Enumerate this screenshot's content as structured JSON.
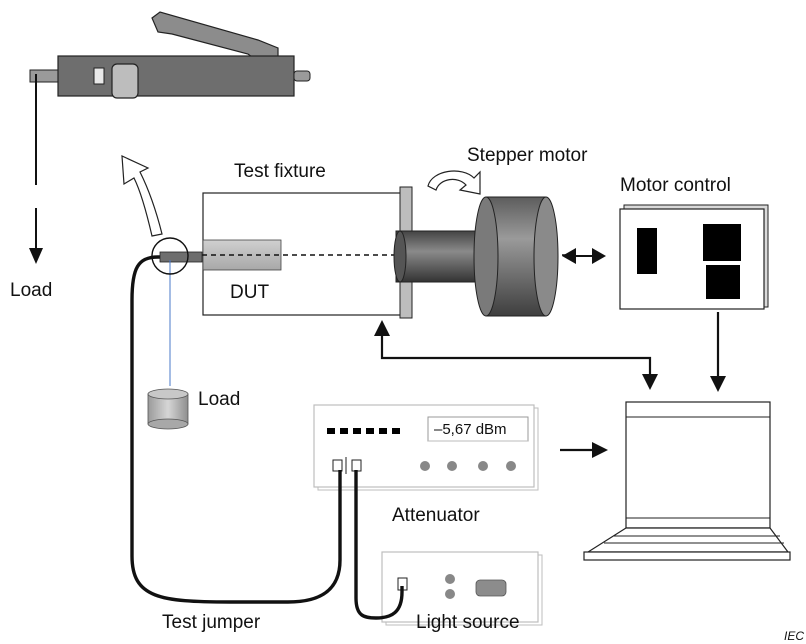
{
  "labels": {
    "load_left": "Load",
    "load_weight": "Load",
    "dut": "DUT",
    "test_fixture": "Test fixture",
    "stepper_motor": "Stepper motor",
    "motor_control": "Motor control",
    "attenuator": "Attenuator",
    "attenuator_readout": "–5,67 dBm",
    "test_jumper": "Test jumper",
    "light_source": "Light source",
    "iec_mark": "IEC"
  },
  "colors": {
    "stroke": "#111111",
    "panel_fill": "#ffffff",
    "grey_dark": "#6f6f6f",
    "grey_mid": "#8c8c8c",
    "grey_light": "#bdbdbd",
    "fiber_thread": "#4a78c8"
  }
}
